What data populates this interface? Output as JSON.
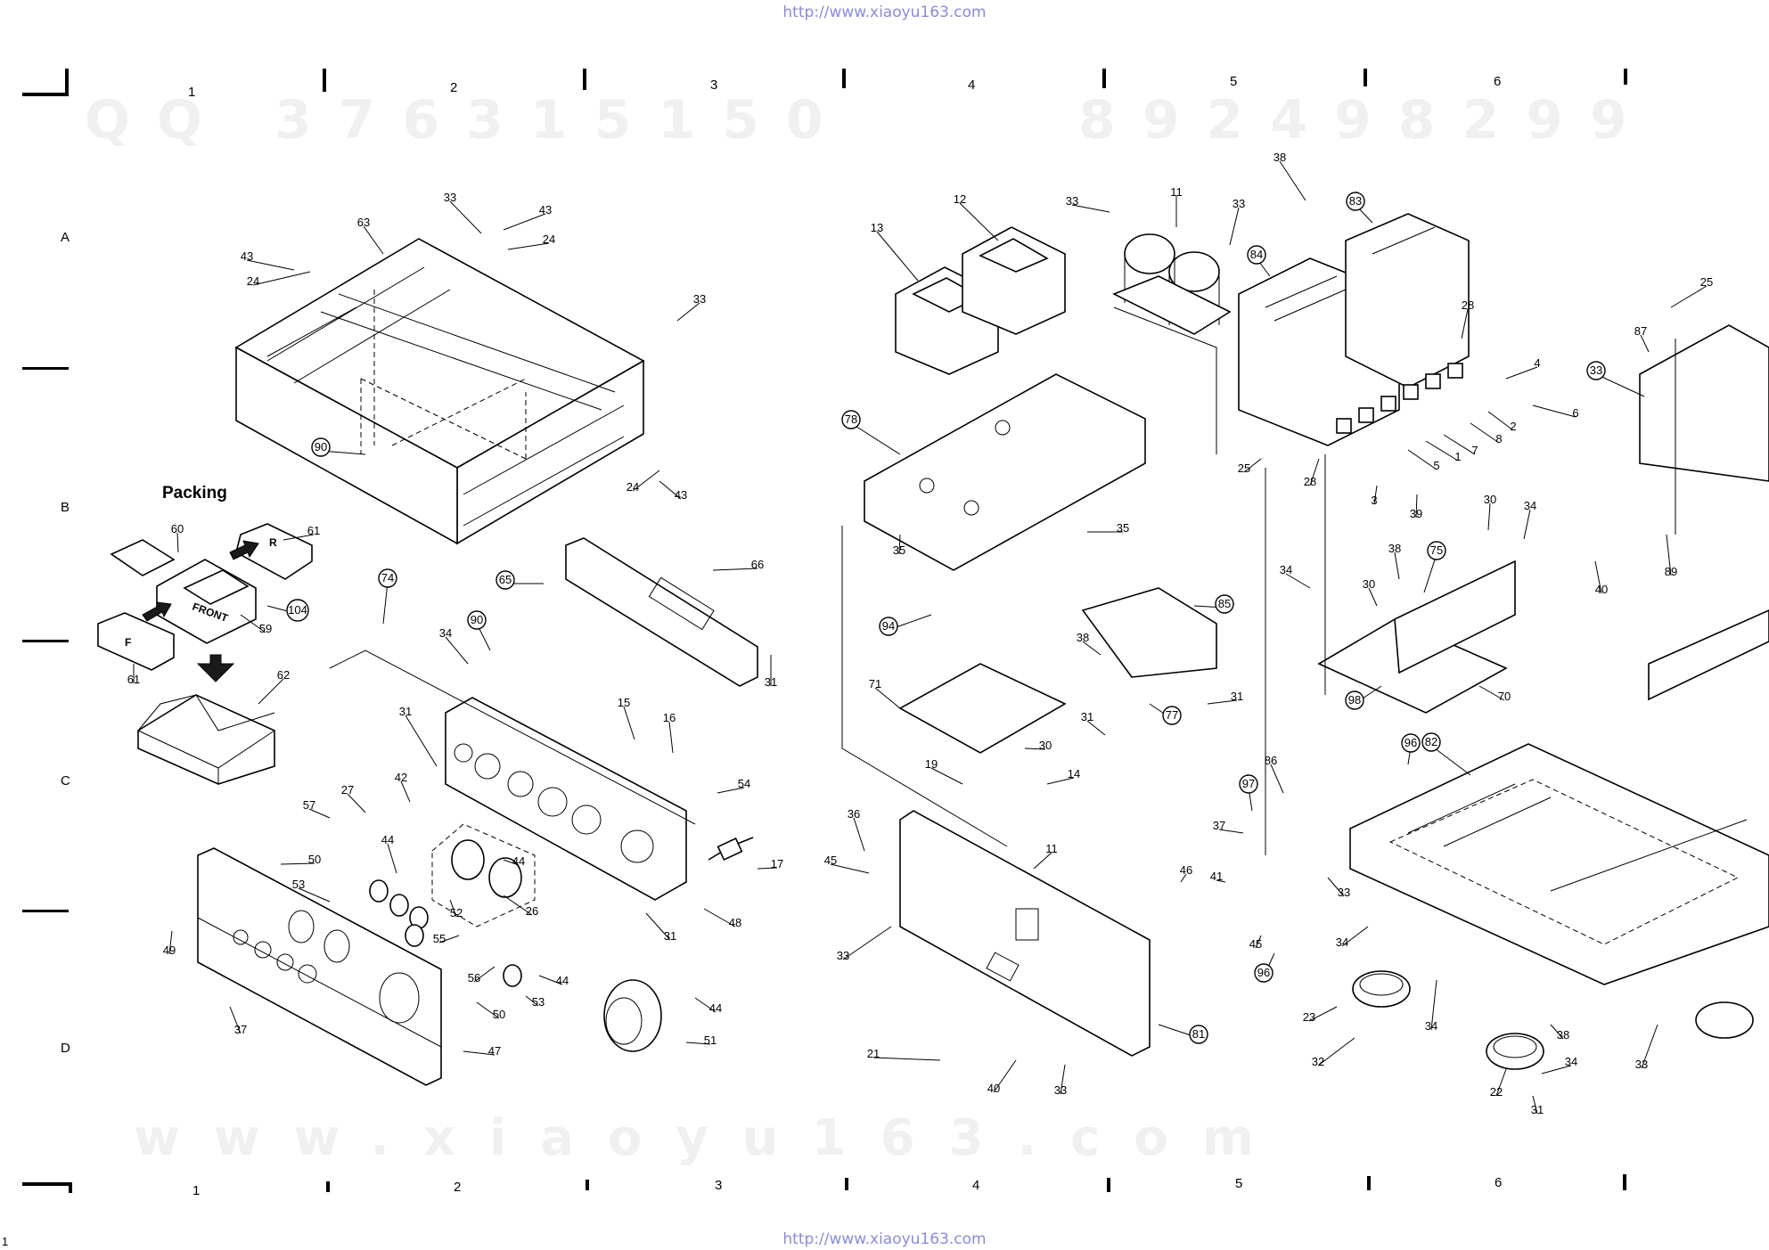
{
  "header": {
    "url_top": "http://www.xiaoyu163.com"
  },
  "footer": {
    "url_bottom": "http://www.xiaoyu163.com",
    "page_number": "1"
  },
  "watermarks": {
    "qq": "QQ 376315150",
    "phone": "892498299",
    "site": "www.xiaoyu163.com"
  },
  "grid": {
    "columns": [
      "1",
      "2",
      "3",
      "4",
      "5",
      "6"
    ],
    "rows": [
      "A",
      "B",
      "C",
      "D"
    ]
  },
  "packing_label": "Packing",
  "packing_texts": {
    "front": "FRONT",
    "r": "R",
    "f": "F"
  },
  "parts": [
    {
      "n": "33"
    },
    {
      "n": "43"
    },
    {
      "n": "63"
    },
    {
      "n": "24"
    },
    {
      "n": "43"
    },
    {
      "n": "24"
    },
    {
      "n": "33"
    },
    {
      "n": "90"
    },
    {
      "n": "24"
    },
    {
      "n": "43"
    },
    {
      "n": "60"
    },
    {
      "n": "61"
    },
    {
      "n": "59"
    },
    {
      "n": "104"
    },
    {
      "n": "61"
    },
    {
      "n": "62"
    },
    {
      "n": "74"
    },
    {
      "n": "65"
    },
    {
      "n": "66"
    },
    {
      "n": "90"
    },
    {
      "n": "34"
    },
    {
      "n": "31"
    },
    {
      "n": "15"
    },
    {
      "n": "16"
    },
    {
      "n": "54"
    },
    {
      "n": "17"
    },
    {
      "n": "57"
    },
    {
      "n": "27"
    },
    {
      "n": "42"
    },
    {
      "n": "31"
    },
    {
      "n": "44"
    },
    {
      "n": "44"
    },
    {
      "n": "50"
    },
    {
      "n": "53"
    },
    {
      "n": "52"
    },
    {
      "n": "26"
    },
    {
      "n": "55"
    },
    {
      "n": "56"
    },
    {
      "n": "53"
    },
    {
      "n": "44"
    },
    {
      "n": "31"
    },
    {
      "n": "48"
    },
    {
      "n": "49"
    },
    {
      "n": "37"
    },
    {
      "n": "50"
    },
    {
      "n": "47"
    },
    {
      "n": "44"
    },
    {
      "n": "51"
    },
    {
      "n": "13"
    },
    {
      "n": "12"
    },
    {
      "n": "33"
    },
    {
      "n": "11"
    },
    {
      "n": "33"
    },
    {
      "n": "78"
    },
    {
      "n": "35"
    },
    {
      "n": "35"
    },
    {
      "n": "94"
    },
    {
      "n": "71"
    },
    {
      "n": "19"
    },
    {
      "n": "14"
    },
    {
      "n": "30"
    },
    {
      "n": "31"
    },
    {
      "n": "85"
    },
    {
      "n": "38"
    },
    {
      "n": "77"
    },
    {
      "n": "31"
    },
    {
      "n": "36"
    },
    {
      "n": "45"
    },
    {
      "n": "11"
    },
    {
      "n": "33"
    },
    {
      "n": "21"
    },
    {
      "n": "40"
    },
    {
      "n": "33"
    },
    {
      "n": "81"
    },
    {
      "n": "38"
    },
    {
      "n": "83"
    },
    {
      "n": "84"
    },
    {
      "n": "28"
    },
    {
      "n": "4"
    },
    {
      "n": "6"
    },
    {
      "n": "2"
    },
    {
      "n": "8"
    },
    {
      "n": "7"
    },
    {
      "n": "1"
    },
    {
      "n": "5"
    },
    {
      "n": "28"
    },
    {
      "n": "3"
    },
    {
      "n": "39"
    },
    {
      "n": "25"
    },
    {
      "n": "30"
    },
    {
      "n": "34"
    },
    {
      "n": "38"
    },
    {
      "n": "75"
    },
    {
      "n": "34"
    },
    {
      "n": "30"
    },
    {
      "n": "70"
    },
    {
      "n": "98"
    },
    {
      "n": "96"
    },
    {
      "n": "86"
    },
    {
      "n": "97"
    },
    {
      "n": "37"
    },
    {
      "n": "41"
    },
    {
      "n": "46"
    },
    {
      "n": "45"
    },
    {
      "n": "33"
    },
    {
      "n": "96"
    },
    {
      "n": "82"
    },
    {
      "n": "34"
    },
    {
      "n": "23"
    },
    {
      "n": "32"
    },
    {
      "n": "34"
    },
    {
      "n": "22"
    },
    {
      "n": "31"
    },
    {
      "n": "38"
    },
    {
      "n": "34"
    },
    {
      "n": "33"
    },
    {
      "n": "25"
    },
    {
      "n": "87"
    },
    {
      "n": "33"
    },
    {
      "n": "40"
    },
    {
      "n": "89"
    }
  ]
}
